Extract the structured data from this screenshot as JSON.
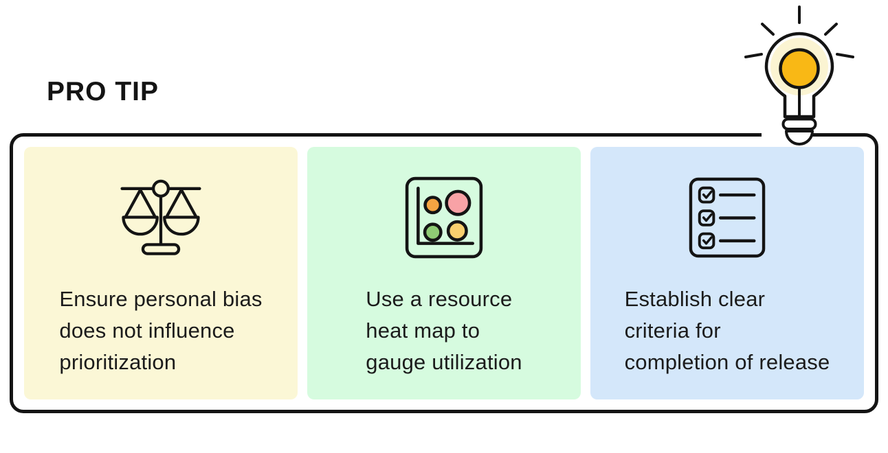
{
  "page": {
    "background": "#ffffff",
    "ink": "#141414",
    "text_color": "#1b1b1b"
  },
  "header": {
    "title": "PRO TIP"
  },
  "bulb": {
    "name": "lightbulb-icon",
    "glow_color": "#FBF4D2",
    "bulb_fill": "#ffffff",
    "filament_circle_color": "#F9B815"
  },
  "cards": [
    {
      "icon": "balance-scale-icon",
      "bg": "#FBF7D6",
      "lines": [
        "Ensure personal bias",
        "does not influence",
        "prioritization"
      ]
    },
    {
      "icon": "heat-map-icon",
      "bg": "#D6FBDF",
      "icon_colors": {
        "top_left": "#F6A442",
        "top_right": "#F8A2A6",
        "bottom_left": "#8FCB74",
        "bottom_right": "#F9CF6E"
      },
      "lines": [
        "Use a resource",
        "heat map to",
        "gauge utilization"
      ]
    },
    {
      "icon": "checklist-icon",
      "bg": "#D4E7FA",
      "lines": [
        "Establish clear",
        "criteria for",
        "completion of release"
      ]
    }
  ]
}
